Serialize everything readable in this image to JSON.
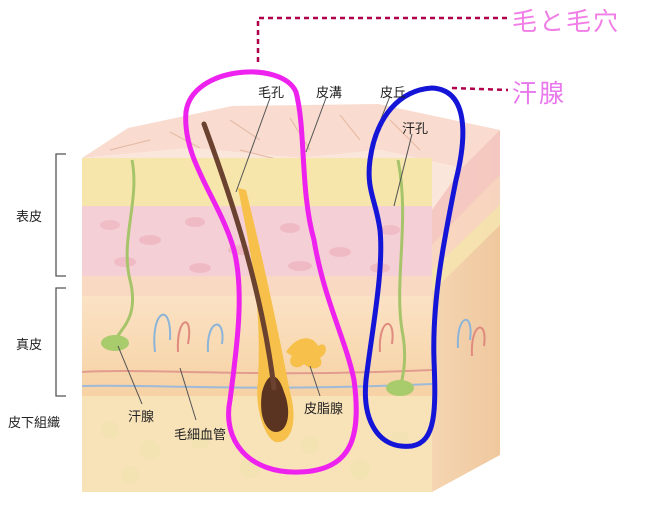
{
  "annotations": {
    "hair_and_pores": "毛と毛穴",
    "sweat_gland": "汗腺"
  },
  "layers": {
    "epidermis": "表皮",
    "dermis": "真皮",
    "subcutaneous": "皮下組織"
  },
  "labels": {
    "hair_pore": "毛孔",
    "skin_groove": "皮溝",
    "skin_ridge": "皮丘",
    "sweat_pore": "汗孔",
    "sweat_gland": "汗腺",
    "capillary": "毛細血管",
    "sebaceous_gland": "皮脂腺"
  },
  "colors": {
    "hair_outline": "#ee22ee",
    "gland_outline": "#1515d8",
    "callout_pink": "#f07ee6",
    "leader_line": "#b0004a"
  }
}
